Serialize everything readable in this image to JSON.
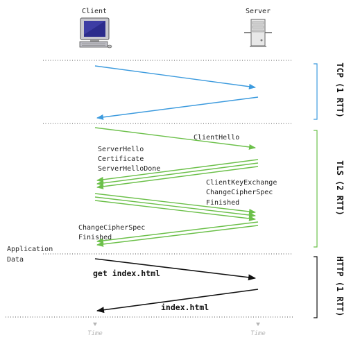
{
  "endpoints": {
    "client": "Client",
    "server": "Server"
  },
  "colors": {
    "tcp": "#3d9bde",
    "tls": "#6cc04a",
    "http": "#111111",
    "bracket_tcp": "#3d9bde",
    "bracket_tls": "#6cc04a",
    "bracket_http": "#111111"
  },
  "phases": [
    {
      "label": "TCP (1 RTT)"
    },
    {
      "label": "TLS (2 RTT)"
    },
    {
      "label": "HTTP (1 RTT)"
    }
  ],
  "messages": {
    "client_hello": "ClientHello",
    "server_hello": [
      "ServerHello",
      "Certificate",
      "ServerHelloDone"
    ],
    "client_key": [
      "ClientKeyExchange",
      "ChangeCipherSpec",
      "Finished"
    ],
    "server_finish": [
      "ChangeCipherSpec",
      "Finished"
    ],
    "get_request": "get index.html",
    "response": "index.html"
  },
  "app_data": [
    "Application",
    "Data"
  ],
  "time_labels": {
    "client": "Time",
    "server": "Time"
  },
  "icons": {
    "client": "desktop-computer-icon",
    "server": "server-tower-icon"
  }
}
